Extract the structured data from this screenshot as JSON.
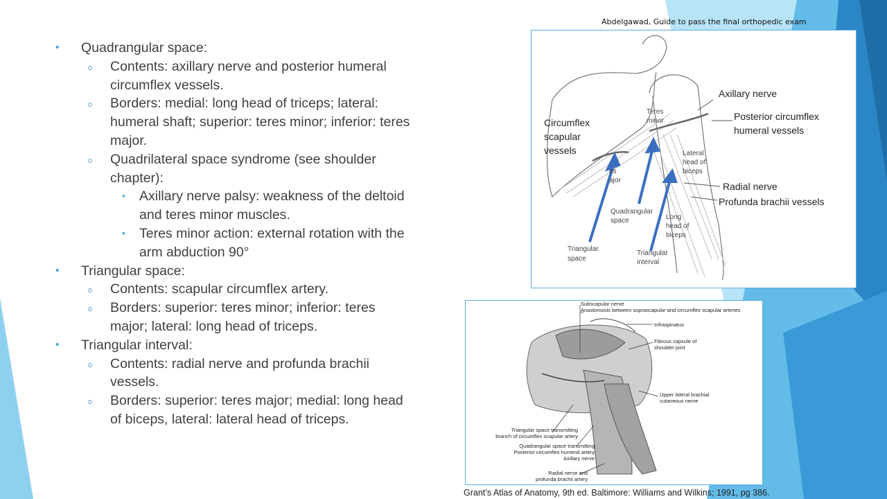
{
  "attribution": "Abdelgawad, Guide to pass the final orthopedic exam",
  "bullets": [
    {
      "level": 1,
      "text": "Quadrangular space:"
    },
    {
      "level": 2,
      "text": "Contents: axillary nerve and posterior humeral circumflex vessels."
    },
    {
      "level": 2,
      "text": "Borders:  medial: long head of triceps; lateral: humeral shaft; superior: teres minor; inferior: teres major."
    },
    {
      "level": 2,
      "text": "Quadrilateral space syndrome (see shoulder chapter):"
    },
    {
      "level": 3,
      "text": "Axillary nerve palsy: weakness of the deltoid and teres minor muscles."
    },
    {
      "level": 3,
      "text": "Teres minor action: external rotation with the arm abduction 90°"
    },
    {
      "level": 1,
      "text": "Triangular space:"
    },
    {
      "level": 2,
      "text": "Contents: scapular circumflex artery."
    },
    {
      "level": 2,
      "text": "Borders: superior: teres minor; inferior: teres major; lateral: long head of triceps."
    },
    {
      "level": 1,
      "text": "Triangular interval:"
    },
    {
      "level": 2,
      "text": "Contents: radial nerve and profunda brachii vessels."
    },
    {
      "level": 2,
      "text": "Borders: superior: teres major; medial: long head of biceps, lateral: lateral head of triceps."
    }
  ],
  "figure_top": {
    "labels": {
      "axillary_nerve": "Axillary nerve",
      "posterior_circumflex_1": "Posterior circumflex",
      "posterior_circumflex_2": "humeral vessels",
      "circumflex_1": "Circumflex",
      "circumflex_2": "scapular",
      "circumflex_3": "vessels",
      "teres_minor_1": "Teres",
      "teres_minor_2": "minor",
      "lateral_head_1": "Lateral",
      "lateral_head_2": "head of",
      "lateral_head_3": "biceps",
      "teres_major_1": "es",
      "teres_major_2": "ajor",
      "radial_nerve": "Radial nerve",
      "profunda": "Profunda brachii vessels",
      "quadrangular_1": "Quadrangular",
      "quadrangular_2": "space",
      "long_head_1": "Long",
      "long_head_2": "head of",
      "long_head_3": "biceps",
      "triangular_space_1": "Triangular",
      "triangular_space_2": "space",
      "triangular_interval_1": "Triangular",
      "triangular_interval_2": "interval"
    }
  },
  "figure_bottom": {
    "labels": {
      "subscapular_nerve": "Subscapular nerve",
      "anastomosis": "Anastomosis between suprascapular and circumflex scapular arteries",
      "infraspinatus": "Infraspinatus",
      "fibrous_1": "Fibrous capsule of",
      "fibrous_2": "shoulder joint",
      "upper_lateral_1": "Upper lateral brachial",
      "upper_lateral_2": "cutaneous nerve",
      "triangular_1": "Triangular space transmitting",
      "triangular_2": "branch of circumflex scapular artery",
      "quadrangular_1": "Quadrangular space transmitting",
      "quadrangular_2": "Posterior circumflex humeral artery",
      "quadrangular_3": "Axillary nerve",
      "radial_1": "Radial nerve and",
      "radial_2": "profunda brachii artery"
    }
  },
  "caption": "Grant’s Atlas of Anatomy, 9th ed. Baltimore: Williams and Wilkins; 1991, pg 386.",
  "colors": {
    "accent": "#4aa8d8",
    "arrow": "#3a6fc0",
    "triangles": [
      "#9fd8f2",
      "#5bb5e6",
      "#2d8fcf",
      "#1f6ea8"
    ]
  }
}
